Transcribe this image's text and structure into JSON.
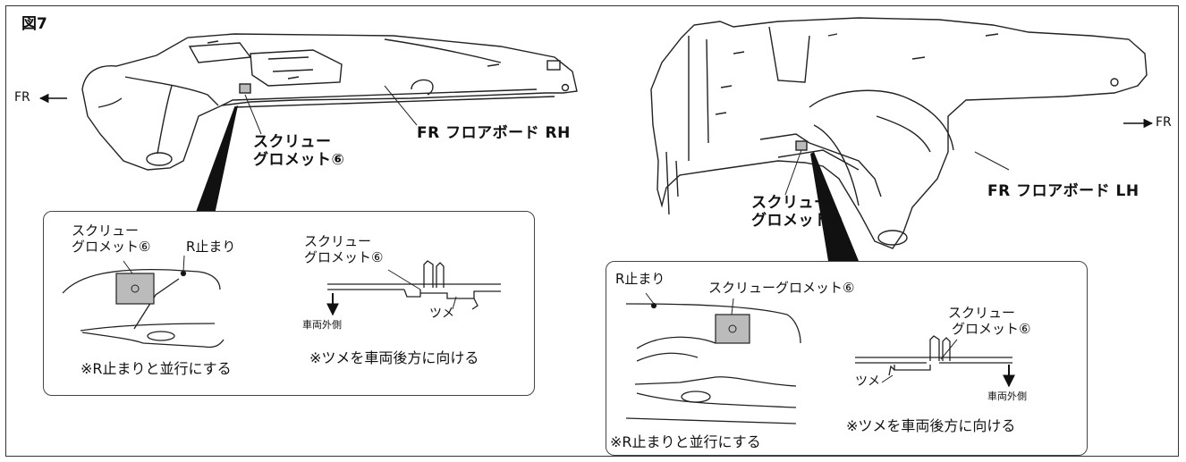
{
  "figure_label": "図7",
  "arrows": {
    "fr_left": "FR",
    "fr_right": "FR"
  },
  "right_hand": {
    "part_name": "FR フロアボード RH",
    "callout": [
      "スクリュー",
      "グロメット⑥"
    ],
    "detail": {
      "grommet_label": [
        "スクリュー",
        "グロメット⑥"
      ],
      "r_stop": "R止まり",
      "note_parallel": "※R止まりと並行にする",
      "section_grommet": [
        "スクリュー",
        "グロメット⑥"
      ],
      "claw": "ツメ",
      "outside": "車両外側",
      "note_claw": "※ツメを車両後方に向ける"
    }
  },
  "left_hand": {
    "part_name": "FR フロアボード LH",
    "callout": [
      "スクリュー",
      "グロメット⑥"
    ],
    "detail": {
      "r_stop": "R止まり",
      "grommet_label": "スクリューグロメット⑥",
      "section_grommet": [
        "スクリュー",
        "グロメット⑥"
      ],
      "claw": "ツメ",
      "outside": "車両外側",
      "note_parallel": "※R止まりと並行にする",
      "note_claw": "※ツメを車両後方に向ける"
    }
  }
}
